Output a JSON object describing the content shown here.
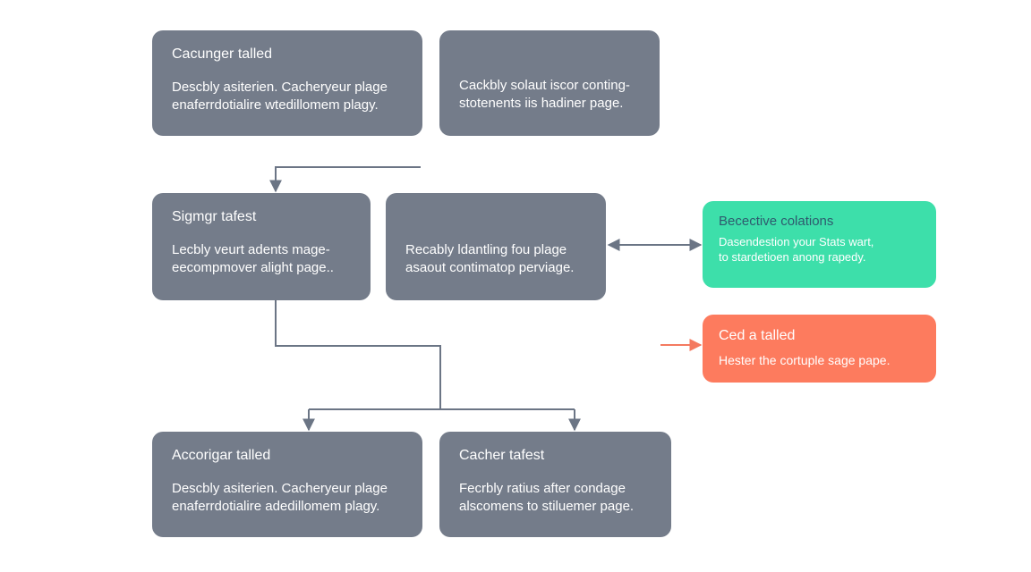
{
  "nodes": [
    {
      "id": "top-left",
      "title": "Cacunger talled",
      "lines": [
        "Descbly asiterien. Cacheryeur plage",
        "enaferrdotialire wtedillomem plagy."
      ]
    },
    {
      "id": "top-right",
      "title": "",
      "lines": [
        "Cackbly solaut iscor conting-",
        "stotenents iis hadiner page."
      ]
    },
    {
      "id": "mid-left",
      "title": "Sigmgr tafest",
      "lines": [
        "Lecbly veurt adents mage-",
        "eecompmover alight page.."
      ]
    },
    {
      "id": "mid-center",
      "title": "",
      "lines": [
        "Recably ldantling fou plage",
        "asaout contimatop perviage."
      ]
    },
    {
      "id": "right-green",
      "title": "Becective colations",
      "lines": [
        "Dasendestion your Stats wart,",
        "to stardetioen anong rapedy."
      ]
    },
    {
      "id": "right-orange",
      "title": "Ced a talled",
      "lines": [
        "Hester the cortuple sage pape."
      ]
    },
    {
      "id": "bottom-left",
      "title": "Accorigar talled",
      "lines": [
        "Descbly asiterien. Cacheryeur plage",
        "enaferrdotialire adedillomem plagy."
      ]
    },
    {
      "id": "bottom-right",
      "title": "Cacher tafest",
      "lines": [
        "Fecrbly ratius after condage",
        "alscomens to stiluemer page."
      ]
    }
  ],
  "colors": {
    "node_gray": "#747c8a",
    "node_green": "#3ddfaa",
    "node_orange": "#fd7b5e",
    "connector": "#6b7585",
    "orange_arrow": "#f47a60"
  }
}
